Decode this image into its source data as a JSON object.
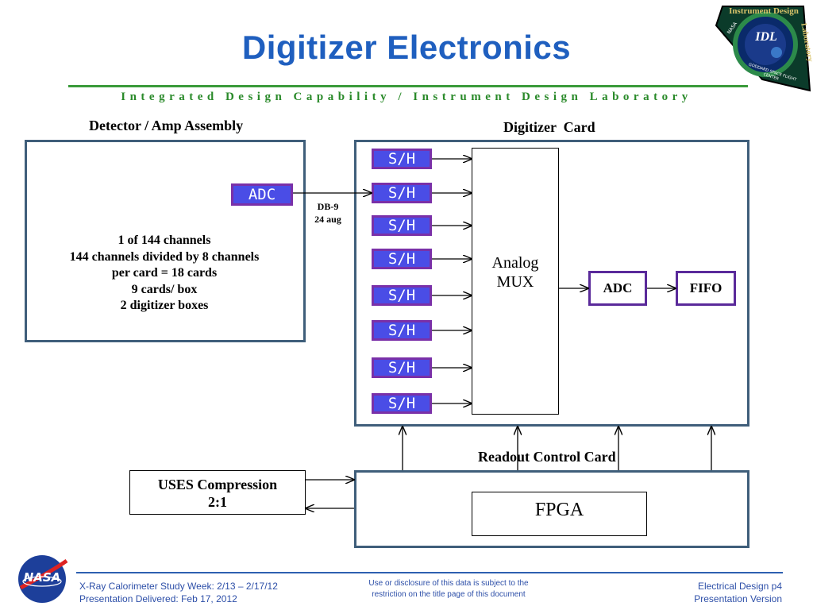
{
  "title": "Digitizer Electronics",
  "subtitle": "Integrated Design Capability / Instrument Design Laboratory",
  "logo": {
    "top_text": "Instrument Design",
    "side_text": "Laboratory",
    "monogram": "IDL",
    "ring_left": "NASA",
    "ring_bottom": "GODDARD SPACE FLIGHT CENTER"
  },
  "detector": {
    "label": "Detector / Amp Assembly",
    "adc_label": "ADC",
    "notes": [
      "1 of 144 channels",
      "144 channels divided by 8 channels",
      "per card = 18 cards",
      "9 cards/ box",
      "2 digitizer boxes"
    ]
  },
  "connector": {
    "line1": "DB-9",
    "line2": "24 aug"
  },
  "digitizer": {
    "label": "Digitizer  Card",
    "sh_labels": [
      "S/H",
      "S/H",
      "S/H",
      "S/H",
      "S/H",
      "S/H",
      "S/H",
      "S/H"
    ],
    "mux_line1": "Analog",
    "mux_line2": "MUX",
    "adc_label": "ADC",
    "fifo_label": "FIFO"
  },
  "readout": {
    "label": "Readout Control Card",
    "fpga_label": "FPGA"
  },
  "compression": {
    "line1": "USES Compression",
    "line2": "2:1"
  },
  "footer": {
    "nasa": "NASA",
    "left_line1": "X-Ray Calorimeter Study Week:  2/13 – 2/17/12",
    "left_line2": "Presentation Delivered: Feb 17, 2012",
    "center_line1": "Use or disclosure of this data is subject to the",
    "center_line2": "restriction on the title page of this document",
    "right_line1": "Electrical Design p4",
    "right_line2": "Presentation Version"
  },
  "colors": {
    "title": "#1f5fbf",
    "subtitle": "#2a8a2a",
    "sh_fill": "#4a4de6",
    "sh_border": "#7a30a8",
    "panel_border": "#3f5e7a",
    "footer_text": "#2d4fa8"
  }
}
